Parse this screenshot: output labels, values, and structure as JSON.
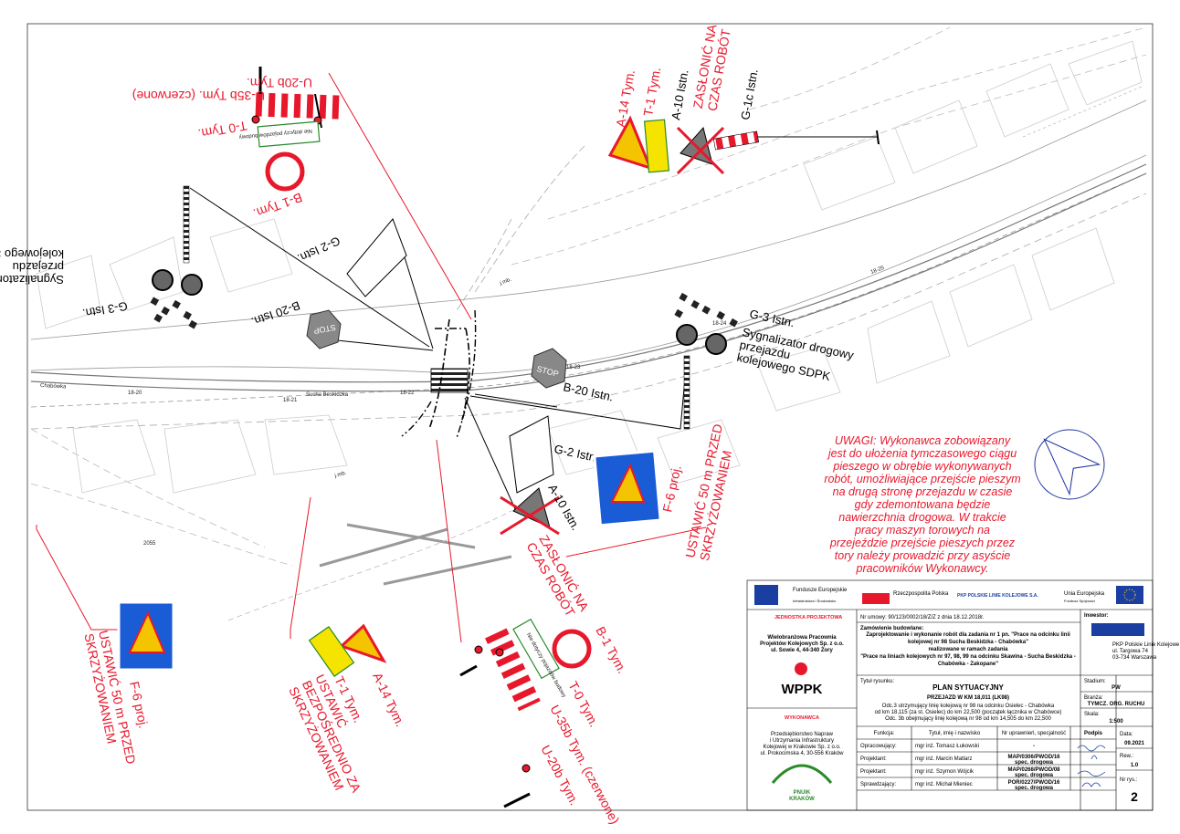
{
  "signs": {
    "t0_tl": "T-0 Tym.",
    "u35b_tl": "U-35b Tym. (czerwone)",
    "u20b_tl": "U-20b Tym.",
    "b1_tl": "B-1 Tym.",
    "g2_tl": "G-2 Istn.",
    "sygn_tl": "Sygnalizator drogowy\nprzejazdu\nkolejowego SDPK",
    "g3_tl": "G-3 Istn.",
    "b20_tl": "B-20 Istn.",
    "a14_tr": "A-14 Tym.",
    "t1_tr": "T-1 Tym.",
    "a10_tr": "A-10 Istn.",
    "zaslonic_tr": "ZASŁONIĆ NA\nCZAS ROBÓT",
    "g1c_tr": "G-1c Istn.",
    "g3_r": "G-3 Istn.",
    "sygn_r": "Sygnalizator drogowy\nprzejazdu\nkolejowego SDPK",
    "b20_r": "B-20 Istn.",
    "g2_r": "G-2 Istn.",
    "a10_c": "A-10 Istn.",
    "zaslonic_c": "ZASŁONIĆ NA\nCZAS ROBÓT",
    "f6_r": "F-6 proj.",
    "ustawic50_r": "USTAWIĆ 50 m PRZED\nSKRZYŻOWANIEM",
    "f6_l": "F-6 proj.",
    "ustawic50_l": "USTAWIĆ 50 m PRZED\nSKRZYŻOWANIEM",
    "a14_b": "A-14 Tym.",
    "t1_b": "T-1 Tym.",
    "ustawic_bezp": "USTAWIĆ\nBEZPOŚREDNIO ZA\nSKRZYŻOWANIEM",
    "b1_b": "B-1 Tym.",
    "t0_b": "T-0 Tym.",
    "u35b_b": "U-35b Tym. (czerwone)",
    "u20b_b": "U-20b Tym.",
    "stop": "STOP",
    "panel_text": "Nie dotyczy pojazdów budowy"
  },
  "map": {
    "street_1": "Chabówka",
    "street_2": "Sucha Beskidzka",
    "mb_1": "j.mb.",
    "mb_2": "j.mb.",
    "km_1": "18-20",
    "km_2": "18-21",
    "km_3": "18-22",
    "km_4": "18-23",
    "km_5": "18-24",
    "km_6": "18-25",
    "num_2055": "2055"
  },
  "note": "UWAGI: Wykonawca zobowiązany\njest do ułożenia tymczasowego ciągu\npieszego w obrębie wykonywanych\nrobót, umożliwiające przejście pieszym\nna drugą stronę przejazdu w czasie\ngdy zdemontowana będzie\nnawierzchnia drogowa. W trakcie\npracy maszyn torowych na\nprzejeździe przejście pieszych przez\ntory należy prowadzić przy asyście\npracowników Wykonawcy.",
  "titleblock": {
    "funds": "Fundusze Europejskie",
    "funds_sub": "Infrastruktura i Środowisko",
    "rp": "Rzeczpospolita Polska",
    "pkp": "PKP POLSKIE LINIE KOLEJOWE S.A.",
    "ue": "Unia Europejska",
    "ue_sub": "Fundusz Spójności",
    "jedn_proj": "JEDNOSTKA PROJEKTOWA",
    "wppk_addr": "Wielobranżowa Pracownia\nProjektów Kolejowych Sp. z o.o.\nul. Sowie 4, 44-340 Żory",
    "wppk": "WPPK",
    "wykonawca": "WYKONAWCA",
    "pnuik_addr": "Przedsiębiorstwo Napraw\ni Utrzymania Infrastruktury\nKolejowej w Krakowie Sp. z o.o.\nul. Prokocimska 4, 30-556 Kraków",
    "pnuik": "PNUIK\nKRAKÓW",
    "umowa": "Nr umowy: 90/123/0002/18/Z/Z z dnia 18.12.2018r.",
    "zamowienie_hdr": "Zamówienie budowlane:",
    "zamowienie": "Zaprojektowanie i wykonanie robót dla zadania nr 1 pn. \"Prace na odcinku linii\nkolejowej nr 98 Sucha Beskidzka - Chabówka\"\nrealizowane w ramach zadania\n\"Prace na liniach kolejowych nr 97, 98, 99 na odcinku Skawina - Sucha Beskidzka -\nChabówka - Zakopane\"",
    "inwestor": "Inwestor:",
    "inwestor_addr": "PKP Polskie Linie Kolejowe S.A.\nul. Targowa 74\n03-734 Warszawa",
    "tytul_hdr": "Tytuł rysunku:",
    "plan": "PLAN SYTUACYJNY",
    "przejazd": "PRZEJAZD W KM 18,011 (LK98)",
    "desc": "Odc.3 utrzymujący linię kolejową nr 98 na odcinku Osielec - Chabówka\nod km 18,115 (za st. Osielec) do km 22,500 (początek łącznika w Chabówce)\nOdc. 3b obejmujący linię kolejową nr 98 od km 14,505 do km 22,500",
    "stadium_lbl": "Stadium:",
    "stadium": "PW",
    "branza_lbl": "Branża:",
    "branza": "TYMCZ. ORG. RUCHU",
    "skala_lbl": "Skala:",
    "skala": "1:500",
    "col_funkcja": "Funkcja:",
    "col_tytul": "Tytuł, imię i nazwisko",
    "col_nr": "Nr uprawnień, specjalność",
    "col_podpis": "Podpis",
    "data_lbl": "Data:",
    "data": "09.2021",
    "rew_lbl": "Rew.:",
    "rew": "1.0",
    "nr_lbl": "Nr rys.:",
    "nr": "2",
    "rows": [
      {
        "f": "Opracowujący:",
        "n": "mgr inż. Tomasz Łukowski",
        "u": "-"
      },
      {
        "f": "Projektant:",
        "n": "mgr inż. Marcin Matlarz",
        "u": "MAP/0306/PWOD/16\nspec. drogowa"
      },
      {
        "f": "Projektant:",
        "n": "mgr inż. Szymon Wójcik",
        "u": "MAP/0268/PWOD/08\nspec. drogowa"
      },
      {
        "f": "Sprawdzający:",
        "n": "mgr inż. Michał Mieniec",
        "u": "POR/0227/PWOD/16\nspec. drogowa"
      }
    ]
  }
}
